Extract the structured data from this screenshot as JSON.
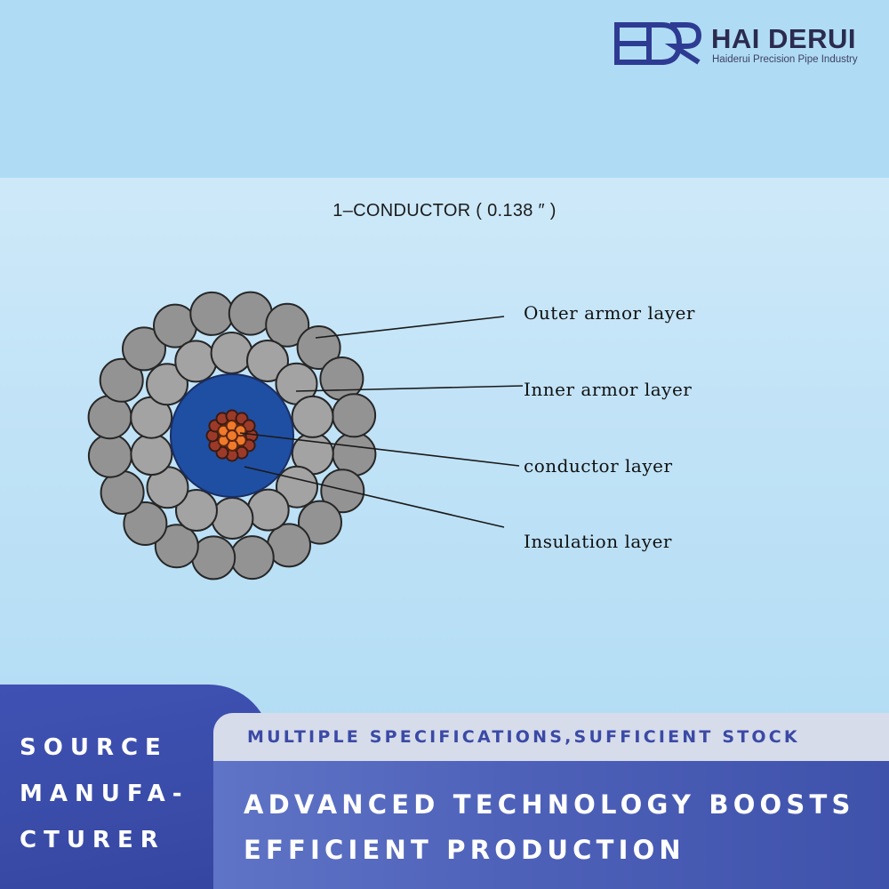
{
  "brand": {
    "name": "HAI DERUI",
    "tagline": "Haiderui Precision Pipe Industry",
    "primary_color": "#2e3b93"
  },
  "diagram": {
    "title": "1–CONDUCTOR ( 0.138 ″ )",
    "labels": {
      "outer_armor": "Outer armor layer",
      "inner_armor": "Inner armor layer",
      "conductor": "conductor layer",
      "insulation": "Insulation layer"
    },
    "colors": {
      "armor_wire": "#939393",
      "insulation": "#1f4fa3",
      "conductor_core": "#f07a2a",
      "conductor_outer": "#9c3a2a"
    }
  },
  "banner": {
    "left_lines": [
      "SOURCE",
      "MANUFA-",
      "CTURER"
    ],
    "strip_text": "MULTIPLE SPECIFICATIONS,SUFFICIENT STOCK",
    "main_lines": [
      "ADVANCED TECHNOLOGY BOOSTS",
      "EFFICIENT PRODUCTION"
    ]
  }
}
